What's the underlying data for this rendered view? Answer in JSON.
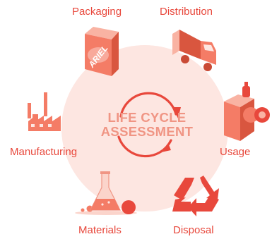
{
  "diagram": {
    "center": {
      "line1": "LIFE CYCLE",
      "line2": "ASSESSMENT"
    },
    "stages": {
      "packaging": "Packaging",
      "distribution": "Distribution",
      "usage": "Usage",
      "disposal": "Disposal",
      "materials": "Materials",
      "manufacturing": "Manufacturing"
    },
    "product_brand": "ARIEL"
  },
  "colors": {
    "accent": "#e8483c",
    "circle_fill": "#fde6e1",
    "icon_fill": "#f47c66",
    "center_text": "#f09584"
  }
}
